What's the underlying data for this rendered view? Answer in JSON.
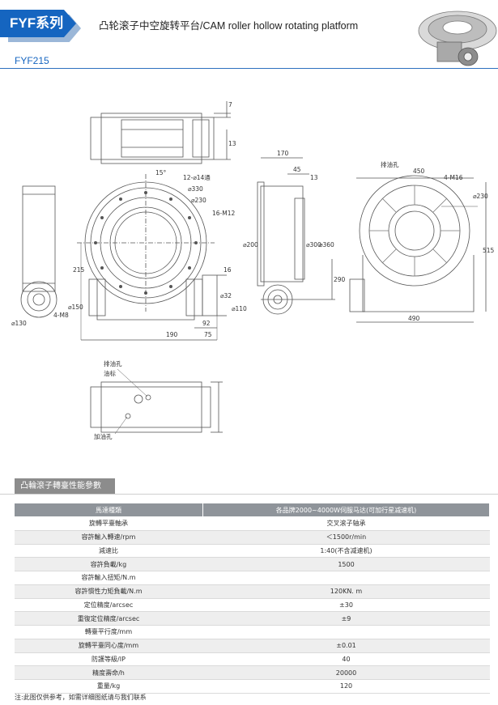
{
  "header": {
    "series": "FYF系列",
    "title": "凸轮滚子中空旋转平台/CAM roller hollow rotating platform",
    "model": "FYF215"
  },
  "drawing": {
    "top_view": {
      "dim_7": "7",
      "dim_13": "13"
    },
    "front_view": {
      "angle": "15°",
      "holes": "12-⌀14通",
      "d330": "⌀330",
      "d230": "⌀230",
      "thread": "16-M12",
      "h215": "215",
      "d150": "⌀150",
      "m8": "4-M8",
      "d130": "⌀130",
      "w16": "16",
      "d32": "⌀32",
      "d110": "⌀110",
      "w92": "92",
      "w190": "190",
      "w75": "75"
    },
    "side_view": {
      "w170": "170",
      "w45": "45",
      "w13": "13",
      "d200": "⌀200",
      "d300": "⌀300",
      "d360": "⌀360",
      "h290": "290"
    },
    "right_view": {
      "drain": "排油孔",
      "w450": "450",
      "m16": "4-M16",
      "d230": "⌀230",
      "h515": "515",
      "w490": "490"
    },
    "bottom_view": {
      "drain": "排油孔",
      "level": "油标",
      "fill": "加油孔"
    }
  },
  "spec_section": {
    "title": "凸輪滾子轉臺性能參數",
    "header_label": "馬達種類",
    "header_value": "各品牌2000~4000W伺服马达(可加行星减速机)",
    "rows": [
      {
        "label": "旋轉平臺軸承",
        "value": "交叉滚子轴承"
      },
      {
        "label": "容許輸入轉速/rpm",
        "value": "＜1500r/min"
      },
      {
        "label": "減速比",
        "value": "1:40(不含减速机)"
      },
      {
        "label": "容許負載/kg",
        "value": "1500"
      },
      {
        "label": "容許輸入扭矩/N.m",
        "value": ""
      },
      {
        "label": "容許慣性力矩負載/N.m",
        "value": "120KN. m"
      },
      {
        "label": "定位精度/arcsec",
        "value": "±30"
      },
      {
        "label": "重復定位精度/arcsec",
        "value": "±9"
      },
      {
        "label": "轉臺平行度/mm",
        "value": ""
      },
      {
        "label": "旋轉平臺同心度/mm",
        "value": "±0.01"
      },
      {
        "label": "防護等級/IP",
        "value": "40"
      },
      {
        "label": "精度壽命/h",
        "value": "20000"
      },
      {
        "label": "重量/kg",
        "value": "120"
      }
    ]
  },
  "note": "注:此图仅供参考，如需详细图纸请与我们联系"
}
